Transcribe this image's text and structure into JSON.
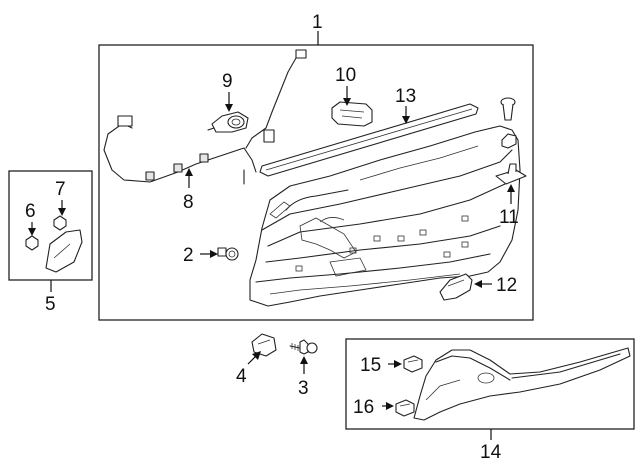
{
  "callouts": {
    "c1": "1",
    "c2": "2",
    "c3": "3",
    "c4": "4",
    "c5": "5",
    "c6": "6",
    "c7": "7",
    "c8": "8",
    "c9": "9",
    "c10": "10",
    "c11": "11",
    "c12": "12",
    "c13": "13",
    "c14": "14",
    "c15": "15",
    "c16": "16"
  },
  "colors": {
    "line": "#222222",
    "background": "#ffffff",
    "part_shade": "#e6e6e6"
  }
}
